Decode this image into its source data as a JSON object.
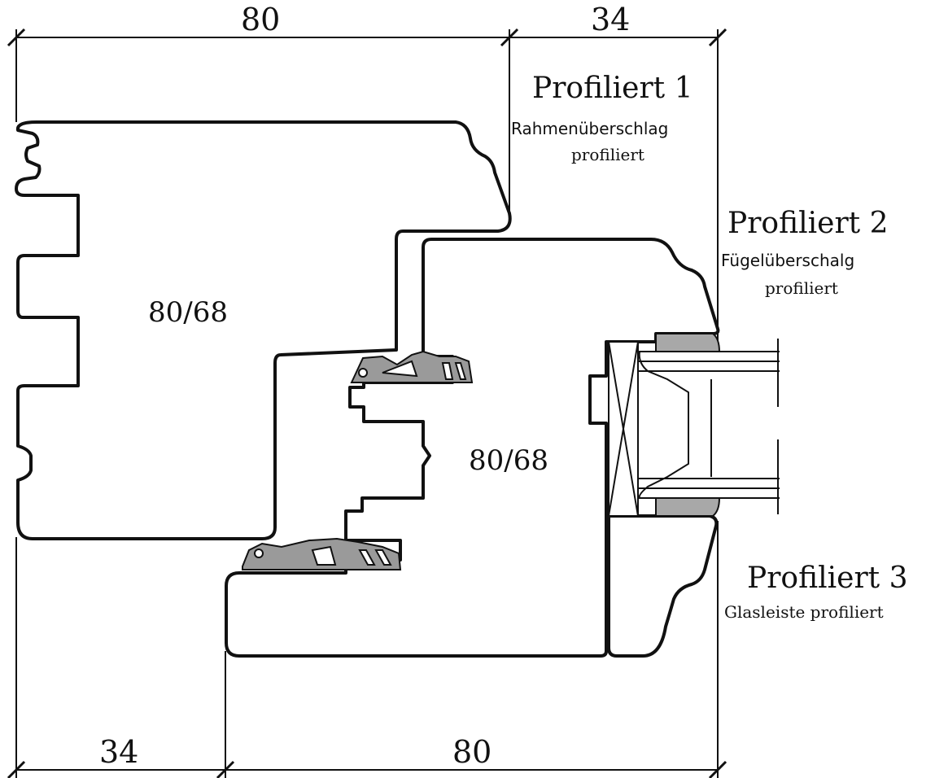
{
  "dimensions": {
    "top_left": "80",
    "top_right": "34",
    "bottom_left": "34",
    "bottom_right": "80"
  },
  "labels": {
    "profile1": {
      "title": "Profiliert 1",
      "line1": "Rahmenüberschlag",
      "line2": "profiliert"
    },
    "profile2": {
      "title": "Profiliert 2",
      "line1": "Fügelüberschalg",
      "line2": "profiliert"
    },
    "profile3": {
      "title": "Profiliert 3",
      "line1": "Glasleiste profiliert"
    }
  },
  "sections": {
    "frame": "80/68",
    "sash": "80/68"
  },
  "colors": {
    "line": "#111111",
    "gasket": "#9a9a9a",
    "seal": "#a8a8a8",
    "background": "#ffffff"
  }
}
